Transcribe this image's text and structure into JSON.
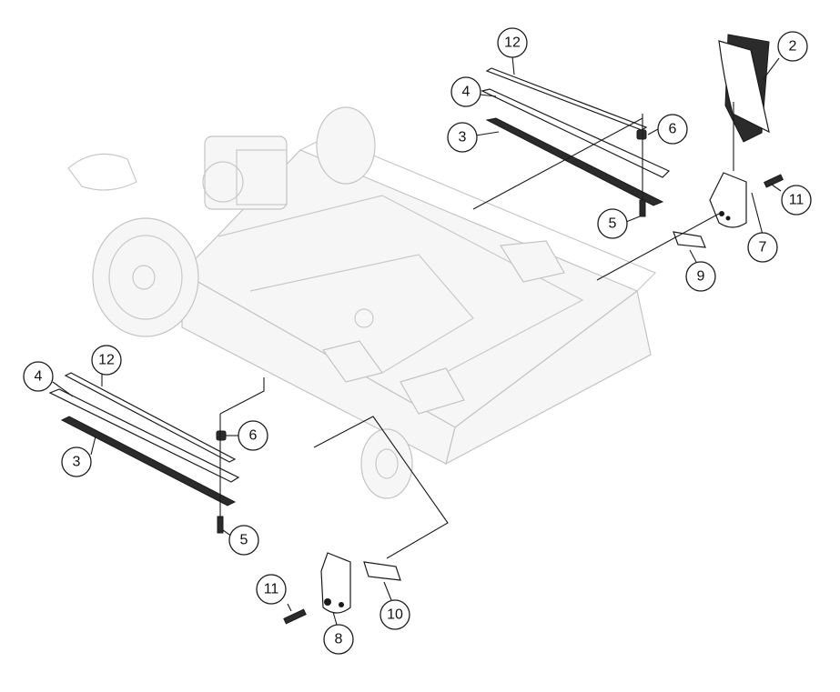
{
  "callouts": [
    {
      "id": "c12_top",
      "label": "12"
    },
    {
      "id": "c4_top",
      "label": "4"
    },
    {
      "id": "c3_top",
      "label": "3"
    },
    {
      "id": "c6_top",
      "label": "6"
    },
    {
      "id": "c5_top",
      "label": "5"
    },
    {
      "id": "c2",
      "label": "2"
    },
    {
      "id": "c11_top",
      "label": "11"
    },
    {
      "id": "c7",
      "label": "7"
    },
    {
      "id": "c9",
      "label": "9"
    },
    {
      "id": "c4_left",
      "label": "4"
    },
    {
      "id": "c12_left",
      "label": "12"
    },
    {
      "id": "c3_left",
      "label": "3"
    },
    {
      "id": "c6_left",
      "label": "6"
    },
    {
      "id": "c5_left",
      "label": "5"
    },
    {
      "id": "c11_bottom",
      "label": "11"
    },
    {
      "id": "c8",
      "label": "8"
    },
    {
      "id": "c10",
      "label": "10"
    }
  ],
  "colors": {
    "line": "#1a1a1a",
    "frame_line": "#c9c9c9",
    "background": "#ffffff"
  }
}
